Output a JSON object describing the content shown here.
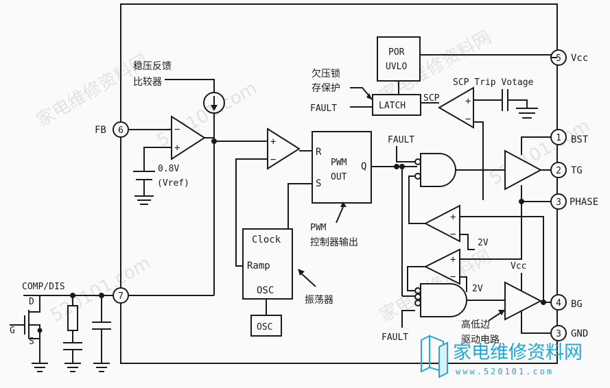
{
  "pins": [
    {
      "num": "5",
      "name": "Vcc"
    },
    {
      "num": "1",
      "name": "BST"
    },
    {
      "num": "2",
      "name": "TG"
    },
    {
      "num": "3",
      "name": "PHASE"
    },
    {
      "num": "4",
      "name": "BG"
    },
    {
      "num": "3",
      "name": "GND"
    },
    {
      "num": "6",
      "name": "FB"
    },
    {
      "num": "7",
      "name": "COMP/DIS"
    }
  ],
  "labels": {
    "error_amp_cn_1": "稳压反馈",
    "error_amp_cn_2": "比较器",
    "vref_value": "0.8V",
    "vref_name": "(Vref)",
    "por": "POR",
    "uvlo": "UVLO",
    "latch": "LATCH",
    "scp": "SCP",
    "scp_trip": "SCP Trip Votage",
    "fault": "FAULT",
    "uv_latch_cn_1": "欠压锁",
    "uv_latch_cn_2": "存保护",
    "pwm_r": "R",
    "pwm_s": "S",
    "pwm_q": "Q",
    "pwm_1": "PWM",
    "pwm_2": "OUT",
    "pwm_cn_1": "PWM",
    "pwm_cn_2": "控制器输出",
    "clock": "Clock",
    "ramp": "Ramp",
    "osc": "OSC",
    "osc_box": "OSC",
    "osc_cn": "振荡器",
    "two_v_1": "2V",
    "two_v_2": "2V",
    "vcc_small": "Vcc",
    "driver_cn_1": "高低边",
    "driver_cn_2": "驱动电路",
    "mos_d": "D",
    "mos_g": "G",
    "mos_s": "S",
    "plus": "+",
    "minus": "−"
  },
  "watermarks": [
    "家电维修资料网",
    "520101.com"
  ],
  "logo": {
    "text": "家电维修资料网",
    "url": "www.520101.com",
    "color": "#20a7d6"
  }
}
